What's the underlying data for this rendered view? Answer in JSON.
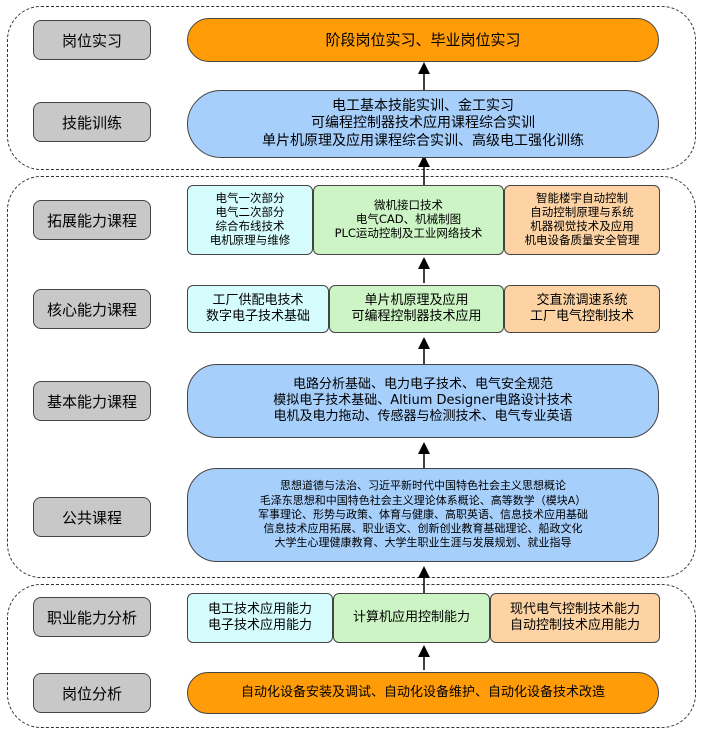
{
  "labels": {
    "internship": "岗位实习",
    "skill_training": "技能训练",
    "extended_courses": "拓展能力课程",
    "core_courses": "核心能力课程",
    "basic_courses": "基本能力课程",
    "public_courses": "公共课程",
    "ability_analysis": "职业能力分析",
    "post_analysis": "岗位分析"
  },
  "internship": {
    "text": "阶段岗位实习、毕业岗位实习"
  },
  "skill_training": {
    "lines": [
      "电工基本技能实训、金工实习",
      "可编程控制器技术应用课程综合实训",
      "单片机原理及应用课程综合实训、高级电工强化训练"
    ]
  },
  "extended": {
    "left": [
      "电气一次部分",
      "电气二次部分",
      "综合布线技术",
      "电机原理与维修"
    ],
    "middle": [
      "微机接口技术",
      "电气CAD、机械制图",
      "PLC运动控制及工业网络技术"
    ],
    "right": [
      "智能楼宇自动控制",
      "自动控制原理与系统",
      "机器视觉技术及应用",
      "机电设备质量安全管理"
    ]
  },
  "core": {
    "left": [
      "工厂供配电技术",
      "数字电子技术基础"
    ],
    "middle": [
      "单片机原理及应用",
      "可编程控制器技术应用"
    ],
    "right": [
      "交直流调速系统",
      "工厂电气控制技术"
    ]
  },
  "basic": {
    "lines": [
      "电路分析基础、电力电子技术、电气安全规范",
      "模拟电子技术基础、Altium Designer电路设计技术",
      "电机及电力拖动、传感器与检测技术、电气专业英语"
    ]
  },
  "public": {
    "lines": [
      "思想道德与法治、习近平新时代中国特色社会主义思想概论",
      "毛泽东思想和中国特色社会主义理论体系概论、高等数学（模块A）",
      "军事理论、形势与政策、体育与健康、高职英语、信息技术应用基础",
      "信息技术应用拓展、职业语文、创新创业教育基础理论、船政文化",
      "大学生心理健康教育、大学生职业生涯与发展规划、就业指导"
    ]
  },
  "ability": {
    "left": [
      "电工技术应用能力",
      "电子技术应用能力"
    ],
    "middle": [
      "计算机应用控制能力"
    ],
    "right": [
      "现代电气控制技术能力",
      "自动控制技术应用能力"
    ]
  },
  "post": {
    "text": "自动化设备安装及调试、自动化设备维护、自动化设备技术改造"
  },
  "colors": {
    "orange": "#ff9c07",
    "blue": "#a6cffc",
    "cyan": "#d6fdfd",
    "green": "#ccf4c4",
    "peach": "#fdd3a4",
    "label_gray": "#c8c8c8"
  }
}
